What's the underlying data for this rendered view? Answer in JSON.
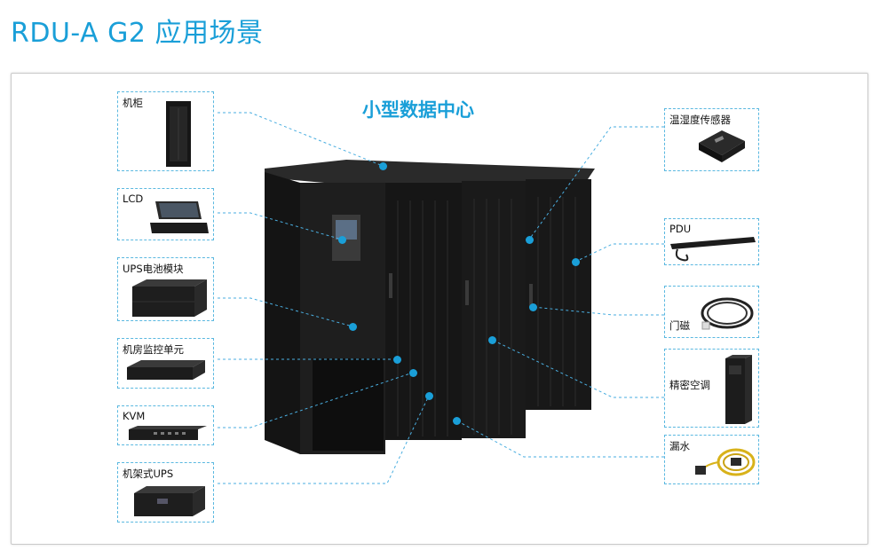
{
  "title": "RDU-A G2  应用场景",
  "scene_title": "小型数据中心",
  "colors": {
    "accent": "#1a9fd8",
    "cabinet": "#1c1c1c",
    "dashed_line": "#5ab8e0"
  },
  "left_components": [
    {
      "id": "cabinet",
      "label": "机柜",
      "icon": "rack-cabinet-icon"
    },
    {
      "id": "lcd",
      "label": "LCD",
      "icon": "lcd-console-icon"
    },
    {
      "id": "ups_battery",
      "label": "UPS电池模块",
      "icon": "ups-battery-module-icon"
    },
    {
      "id": "room_monitor",
      "label": "机房监控单元",
      "icon": "monitoring-unit-icon"
    },
    {
      "id": "kvm",
      "label": "KVM",
      "icon": "kvm-switch-icon"
    },
    {
      "id": "rack_ups",
      "label": "机架式UPS",
      "icon": "rack-ups-icon"
    }
  ],
  "right_components": [
    {
      "id": "th_sensor",
      "label": "温湿度传感器",
      "icon": "temp-humidity-sensor-icon"
    },
    {
      "id": "pdu",
      "label": "PDU",
      "icon": "pdu-strip-icon"
    },
    {
      "id": "door_contact",
      "label": "门磁",
      "icon": "door-contact-cable-icon"
    },
    {
      "id": "precision_ac",
      "label": "精密空调",
      "icon": "precision-air-conditioner-icon"
    },
    {
      "id": "water_leak",
      "label": "漏水",
      "icon": "water-leak-sensor-icon"
    }
  ]
}
